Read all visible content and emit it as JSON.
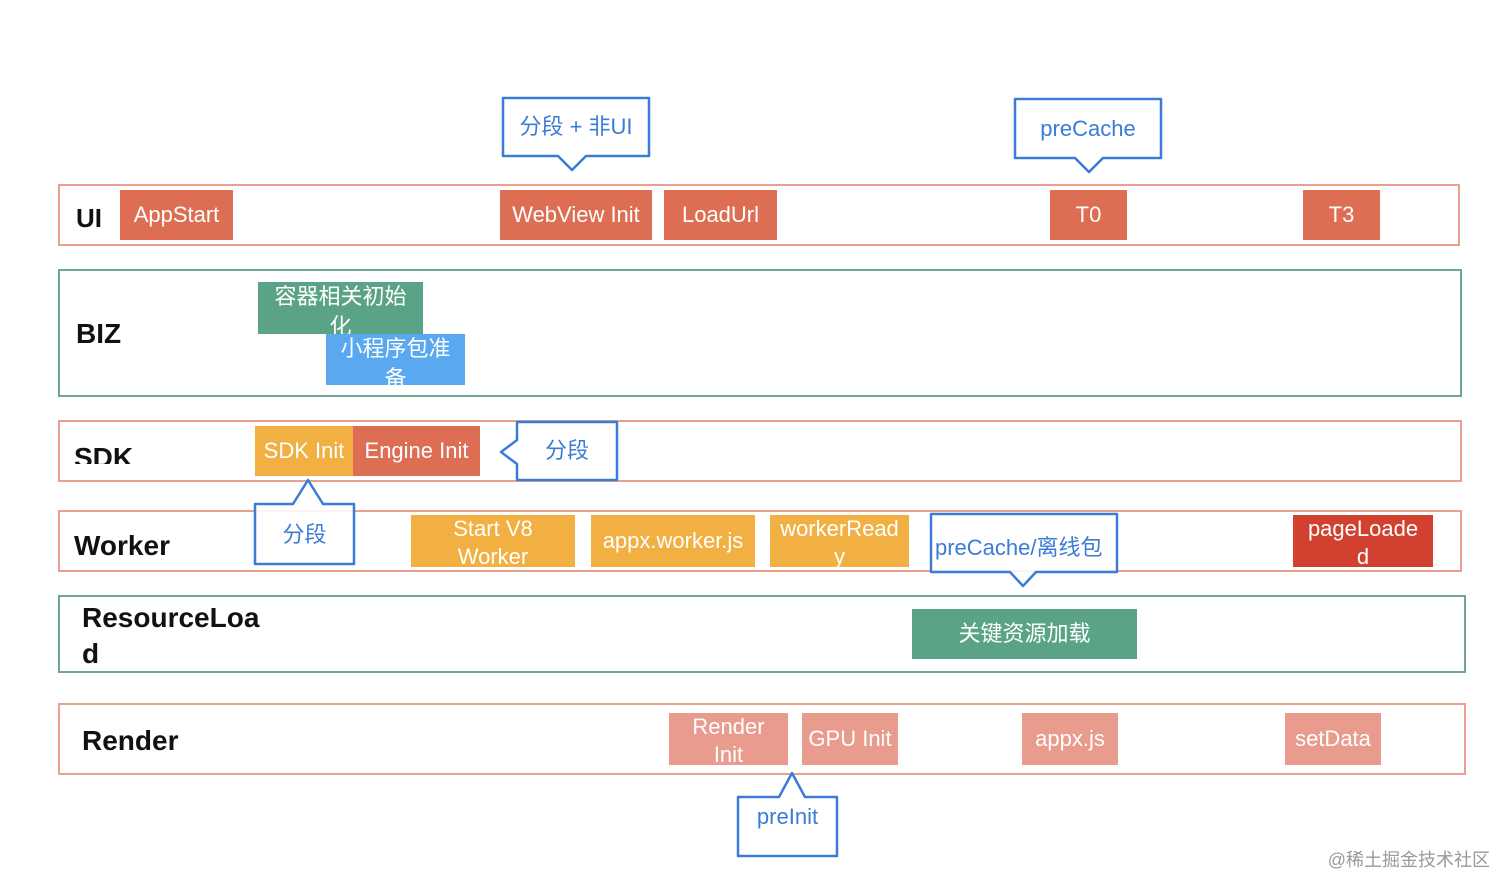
{
  "lanes": {
    "ui": "UI",
    "biz": "BIZ",
    "sdk": "SDK",
    "worker": "Worker",
    "resource": "ResourceLoa\nd",
    "render": "Render"
  },
  "blocks": {
    "appstart": "AppStart",
    "webview_init": "WebView Init",
    "loadurl": "LoadUrl",
    "t0": "T0",
    "t3": "T3",
    "container_init": "容器相关初始\n化",
    "miniprogram_prep": "小程序包准\n备",
    "sdk_init": "SDK Init",
    "engine_init": "Engine Init",
    "start_v8_worker": "Start V8\nWorker",
    "appx_worker_js": "appx.worker.js",
    "worker_ready": "workerRead\ny",
    "page_loaded": "pageLoade\nd",
    "key_resource_load": "关键资源加载",
    "render_init": "Render\nInit",
    "gpu_init": "GPU Init",
    "appx_js": "appx.js",
    "setdata": "setData"
  },
  "callouts": {
    "segment_non_ui": "分段 + 非UI",
    "precache_top": "preCache",
    "segment_sdk": "分段",
    "segment_worker": "分段",
    "precache_offline": "preCache/离线包",
    "preinit": "preInit"
  },
  "watermark": "@稀土掘金技术社区",
  "colors": {
    "lane_border": "#e9a08f",
    "lane_border_green": "#6ea79a",
    "callout": "#3a7cd6"
  }
}
